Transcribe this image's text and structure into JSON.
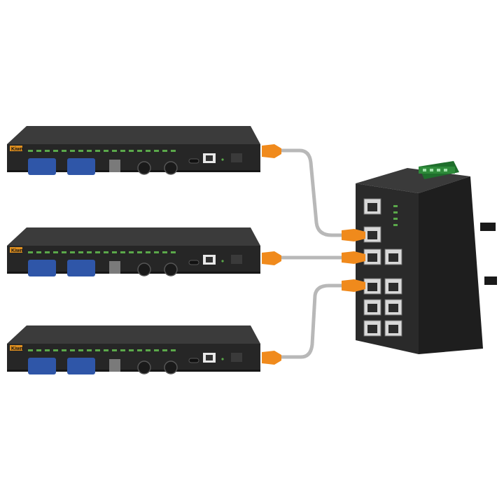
{
  "diagram": {
    "devices": [
      {
        "id": "rack-unit-1",
        "kind": "rack-mount-device",
        "brand_label": "Kiwn"
      },
      {
        "id": "rack-unit-2",
        "kind": "rack-mount-device",
        "brand_label": "Kiwn"
      },
      {
        "id": "rack-unit-3",
        "kind": "rack-mount-device",
        "brand_label": "Kiwn"
      },
      {
        "id": "industrial-switch",
        "kind": "din-rail-ethernet-switch",
        "brand_label": ""
      }
    ],
    "links": [
      {
        "from": "rack-unit-1",
        "to": "industrial-switch",
        "cable": "ethernet"
      },
      {
        "from": "rack-unit-2",
        "to": "industrial-switch",
        "cable": "ethernet"
      },
      {
        "from": "rack-unit-3",
        "to": "industrial-switch",
        "cable": "ethernet"
      }
    ],
    "colors": {
      "device_body": "#262626",
      "device_top": "#3b3b3b",
      "port_led": "#5aa84a",
      "db9_connector": "#2f56a8",
      "cable_boot": "#f08a1c",
      "cable": "#b8b8b8",
      "terminal_block": "#2e8b3a"
    }
  }
}
